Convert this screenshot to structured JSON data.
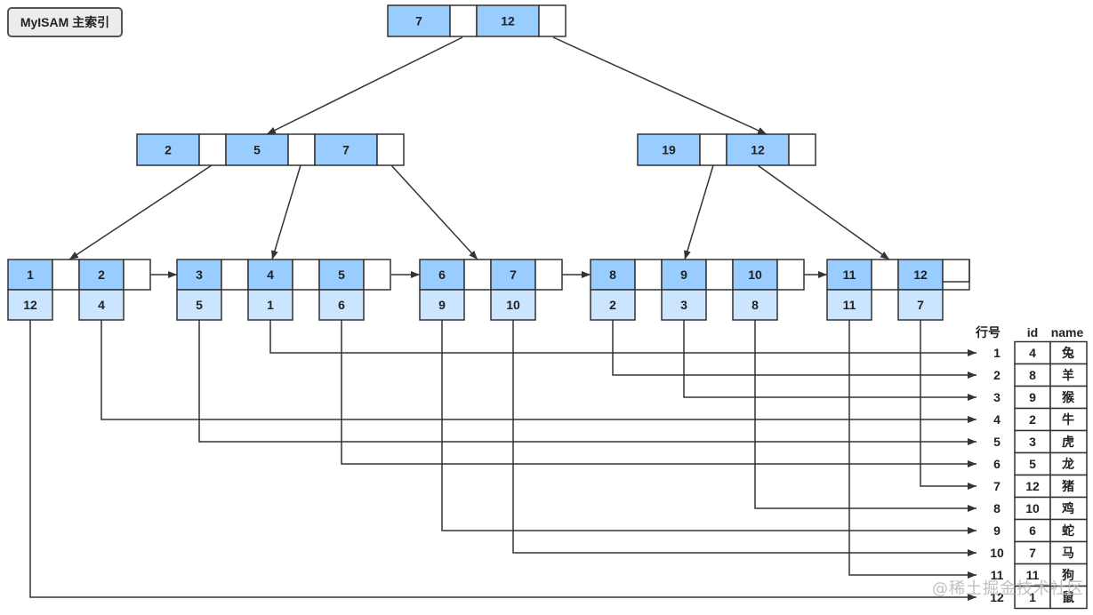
{
  "title": "MyISAM 主索引",
  "root": [
    "7",
    "12"
  ],
  "level2": [
    [
      "2",
      "5",
      "7"
    ],
    [
      "19",
      "12"
    ]
  ],
  "leaves": [
    {
      "keys": [
        "1",
        "2"
      ],
      "rows": [
        "12",
        "4"
      ]
    },
    {
      "keys": [
        "3",
        "4",
        "5"
      ],
      "rows": [
        "5",
        "1",
        "6"
      ]
    },
    {
      "keys": [
        "6",
        "7"
      ],
      "rows": [
        "9",
        "10"
      ]
    },
    {
      "keys": [
        "8",
        "9",
        "10"
      ],
      "rows": [
        "2",
        "3",
        "8"
      ]
    },
    {
      "keys": [
        "11",
        "12"
      ],
      "rows": [
        "11",
        "7"
      ]
    }
  ],
  "table": {
    "row_header": "行号",
    "columns": [
      "id",
      "name"
    ],
    "rows": [
      {
        "no": "1",
        "id": "4",
        "name": "兔"
      },
      {
        "no": "2",
        "id": "8",
        "name": "羊"
      },
      {
        "no": "3",
        "id": "9",
        "name": "猴"
      },
      {
        "no": "4",
        "id": "2",
        "name": "牛"
      },
      {
        "no": "5",
        "id": "3",
        "name": "虎"
      },
      {
        "no": "6",
        "id": "5",
        "name": "龙"
      },
      {
        "no": "7",
        "id": "12",
        "name": "猪"
      },
      {
        "no": "8",
        "id": "10",
        "name": "鸡"
      },
      {
        "no": "9",
        "id": "6",
        "name": "蛇"
      },
      {
        "no": "10",
        "id": "7",
        "name": "马"
      },
      {
        "no": "11",
        "id": "11",
        "name": "狗"
      },
      {
        "no": "12",
        "id": "1",
        "name": "鼠"
      }
    ]
  },
  "watermark": "@稀土掘金技术社区",
  "colors": {
    "key_fill": "#99ccff",
    "row_fill": "#cce5ff",
    "stroke": "#333333"
  }
}
